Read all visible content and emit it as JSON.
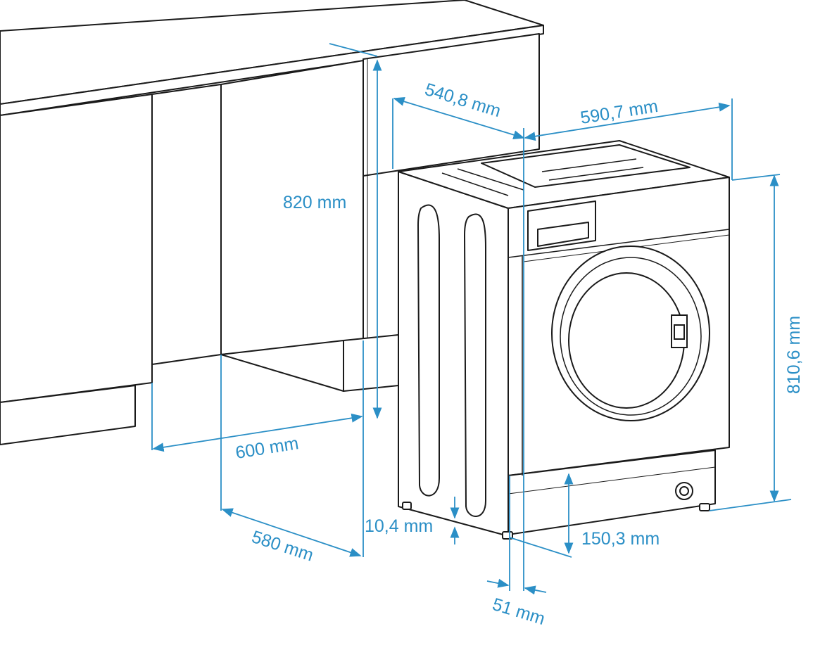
{
  "colors": {
    "dimension": "#2b8fc6",
    "outline": "#1a1a1a",
    "panel": "#ffffff"
  },
  "dimensions": {
    "niche_height": "820 mm",
    "niche_width": "600 mm",
    "niche_depth": "580 mm",
    "machine_depth": "540,8 mm",
    "machine_width": "590,7 mm",
    "machine_height": "810,6 mm",
    "foot_height": "10,4 mm",
    "plinth_height": "150,3 mm",
    "door_offset": "51 mm"
  }
}
